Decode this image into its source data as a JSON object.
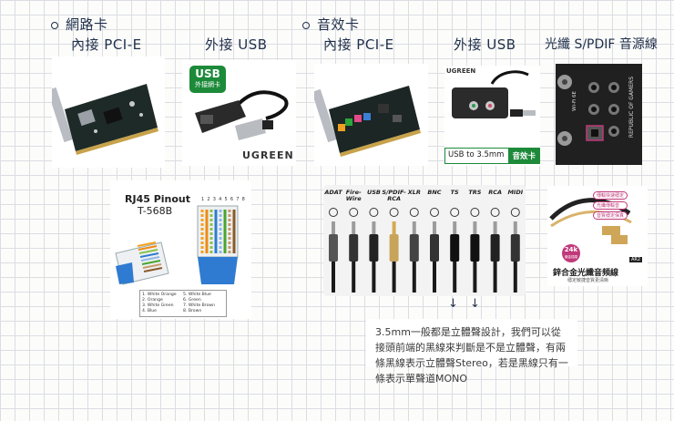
{
  "headings": {
    "network_card": "網路卡",
    "sound_card": "音效卡",
    "internal_pcie_1": "內接 PCI-E",
    "external_usb_1": "外接 USB",
    "internal_pcie_2": "內接 PCI-E",
    "external_usb_2": "外接 USB",
    "optical_spdif": "光纖 S/PDIF 音源線"
  },
  "usb_nic": {
    "badge_title": "USB",
    "badge_sub": "外接網卡",
    "brand": "UGREEN"
  },
  "usb_sound": {
    "brand": "UGREEN",
    "caption_left": "USB to 3.5mm",
    "caption_right": "音效卡"
  },
  "rear_panel": {
    "wifi_label": "Wi-Fi 6E",
    "brand_label": "REPUBLIC OF GAMERS"
  },
  "rj45": {
    "title": "RJ45 Pinout",
    "subtitle": "T-568B",
    "pin_numbers": "1 2 3 4 5 6 7 8",
    "legend": [
      "1. White Orange",
      "2. Orange",
      "3. White Green",
      "4. Blue",
      "5. White Blue",
      "6. Green",
      "7. White Brown",
      "8. Brown"
    ]
  },
  "connectors": {
    "labels": [
      "ADAT",
      "Fire-\nWire",
      "USB",
      "S/PDIF-\nRCA",
      "XLR",
      "BNC",
      "TS",
      "TRS",
      "RCA",
      "MIDI"
    ]
  },
  "optical_cable": {
    "tags": [
      "傳輸快速穩定",
      "光纖傳輸音",
      "音質穩定保真"
    ],
    "badge_num": "24k",
    "badge_sub": "鍍金插頭",
    "model": "AR2",
    "title": "鋅合金光纖音頻線",
    "subtitle": "穩定敏捷音質更清晰"
  },
  "arrows": [
    "↓",
    "↓"
  ],
  "note": {
    "text": "3.5mm一般都是立體聲設計，我們可以從接頭前端的黑線來判斷是不是立體聲，有兩條黑線表示立體聲Stereo，若是黑線只有一條表示單聲道MONO"
  }
}
